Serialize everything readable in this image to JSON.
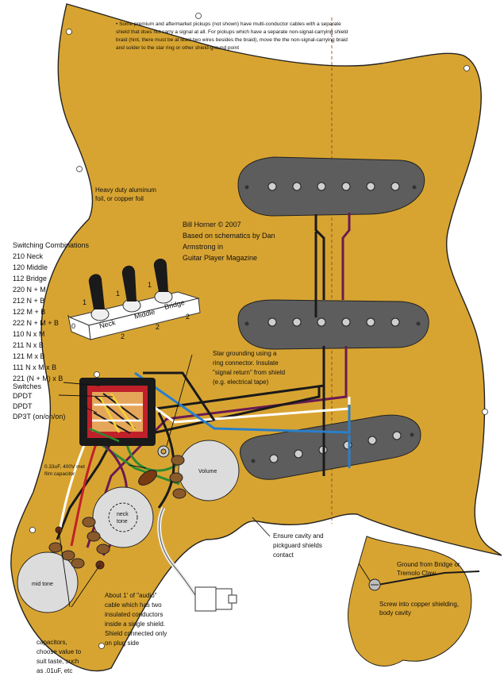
{
  "colors": {
    "pickguard": "#d8a431",
    "pickguard_stroke": "#222222",
    "pickup_cover": "#5d5d5d",
    "pot": "#dcdcdc",
    "white_wire": "#ffffff",
    "black_wire": "#1a1a1a",
    "blue_wire": "#2a7fc9",
    "purple_wire": "#6b1a52",
    "green_wire": "#2f8a2f",
    "red_wire": "#c0202a",
    "yellow_wire": "#f2d330"
  },
  "notes": {
    "top_line1": "• Some premium and aftermarket pickups (not shown) have multi-conductor cables with a separate",
    "top_line2": "shield that does not carry a signal at all.   For pickups which have a separate non-signal-carrying shield",
    "top_line3": "braid (hint, there must be at least two wires besides the braid), move the the non-signal-carrying  braid",
    "top_line4": "and solder to the star ring or other shield-ground point"
  },
  "foil": {
    "line1": "Heavy duty aluminum",
    "line2": "foil, or copper foil"
  },
  "credit": {
    "line1": "Bill Horner © 2007",
    "line2": "Based on schematics by Dan",
    "line3": "Armstrong in",
    "line4": "Guitar Player Magazine"
  },
  "switching": {
    "title": "Switching Combinations",
    "items": [
      "210 Neck",
      "120 Middle",
      "112 Bridge",
      "220 N + M",
      "212 N + B",
      "122 M + B",
      "222 N + M + B",
      "110 N x M",
      "211 N x B",
      "121 M x B",
      "111 N x M x B",
      "221 (N + M) x B"
    ]
  },
  "switches": {
    "title": "Switches",
    "s1": "DPDT",
    "s2": "DPDT",
    "s3": "DP3T (on/on/on)",
    "label_neck": "Neck",
    "label_middle": "Middle",
    "label_bridge": "Bridge",
    "pos_0": "0",
    "pos_1a": "1",
    "pos_1b": "1",
    "pos_1c": "1",
    "pos_2a": "2",
    "pos_2b": "2",
    "pos_2c": "2"
  },
  "star_ground": {
    "line1": "Star grounding using a",
    "line2": "ring connector. Insulate",
    "line3": "\"signal return\" from shield",
    "line4": "(e.g. electrical tape)"
  },
  "film_cap": {
    "line1": "0.33uF, 400V met",
    "line2": "film capacitor"
  },
  "pots": {
    "volume": "Volume",
    "neck_tone_1": "neck",
    "neck_tone_2": "tone",
    "mid_tone": "mid tone"
  },
  "cavity": {
    "line1": "Ensure cavity and",
    "line2": "pickguard shields",
    "line3": "contact"
  },
  "bridge_ground": {
    "line1": "Ground from Bridge or",
    "line2": "Tremolo Claw",
    "line3": "Screw into copper shielding,",
    "line4": "body cavity"
  },
  "audio_cable": {
    "line1": "About 1' of \"audio\"",
    "line2": "cable which has two",
    "line3": "insulated conductors",
    "line4": "inside a single shield.",
    "line5": "Shield connected only",
    "line6": "on plug side"
  },
  "capacitors": {
    "line1": "capacitors,",
    "line2": "choose value to",
    "line3": "suit taste, such",
    "line4": "as .01uF, etc"
  }
}
